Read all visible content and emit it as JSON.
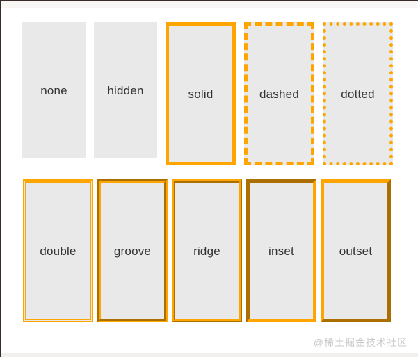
{
  "page": {
    "background": "#ffffff",
    "edge_color": "#3a2b28",
    "top_band_color": "#f8f7f5",
    "bottom_strip_color": "#f1f0ee",
    "watermark": "@稀土掘金技术社区",
    "watermark_color": "#c9c9c9"
  },
  "demo": {
    "border_color": "#ffa500",
    "box_fill": "#e9e9e9",
    "label_color": "#333333",
    "rows": [
      {
        "name": "row-1",
        "items": [
          {
            "label": "none",
            "style": "none"
          },
          {
            "label": "hidden",
            "style": "hidden"
          },
          {
            "label": "solid",
            "style": "solid"
          },
          {
            "label": "dashed",
            "style": "dashed"
          },
          {
            "label": "dotted",
            "style": "dotted"
          }
        ]
      },
      {
        "name": "row-2",
        "items": [
          {
            "label": "double",
            "style": "double"
          },
          {
            "label": "groove",
            "style": "groove"
          },
          {
            "label": "ridge",
            "style": "ridge"
          },
          {
            "label": "inset",
            "style": "inset"
          },
          {
            "label": "outset",
            "style": "outset"
          }
        ]
      }
    ]
  }
}
